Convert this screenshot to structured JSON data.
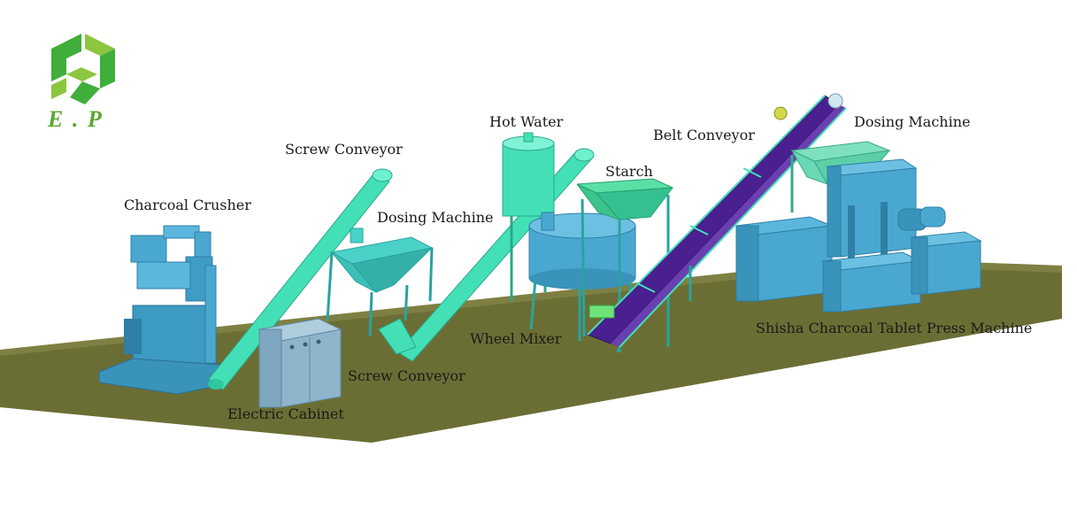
{
  "logo": {
    "text": "E . P",
    "colors": {
      "primary": "#3fae3a",
      "secondary": "#8cc63f",
      "text": "#5aa82e"
    }
  },
  "labels": {
    "charcoal_crusher": "Charcoal Crusher",
    "screw_conveyor_1": "Screw Conveyor",
    "dosing_machine_1": "Dosing Machine",
    "hot_water": "Hot Water",
    "starch": "Starch",
    "belt_conveyor": "Belt Conveyor",
    "dosing_machine_2": "Dosing Machine",
    "wheel_mixer": "Wheel Mixer",
    "shisha_press": "Shisha Charcoal Tablet Press Machine",
    "screw_conveyor_2": "Screw Conveyor",
    "electric_cabinet": "Electric Cabinet"
  },
  "colors": {
    "floor": "#6b6e34",
    "floor_edge": "#8a8c4f",
    "machine_blue": "#4aa8d0",
    "machine_blue_dark": "#2f7fa6",
    "conveyor_teal": "#43e0b8",
    "belt_purple": "#4a1f8f",
    "cabinet": "#8fb5cc",
    "hopper_green": "#35c08f"
  }
}
